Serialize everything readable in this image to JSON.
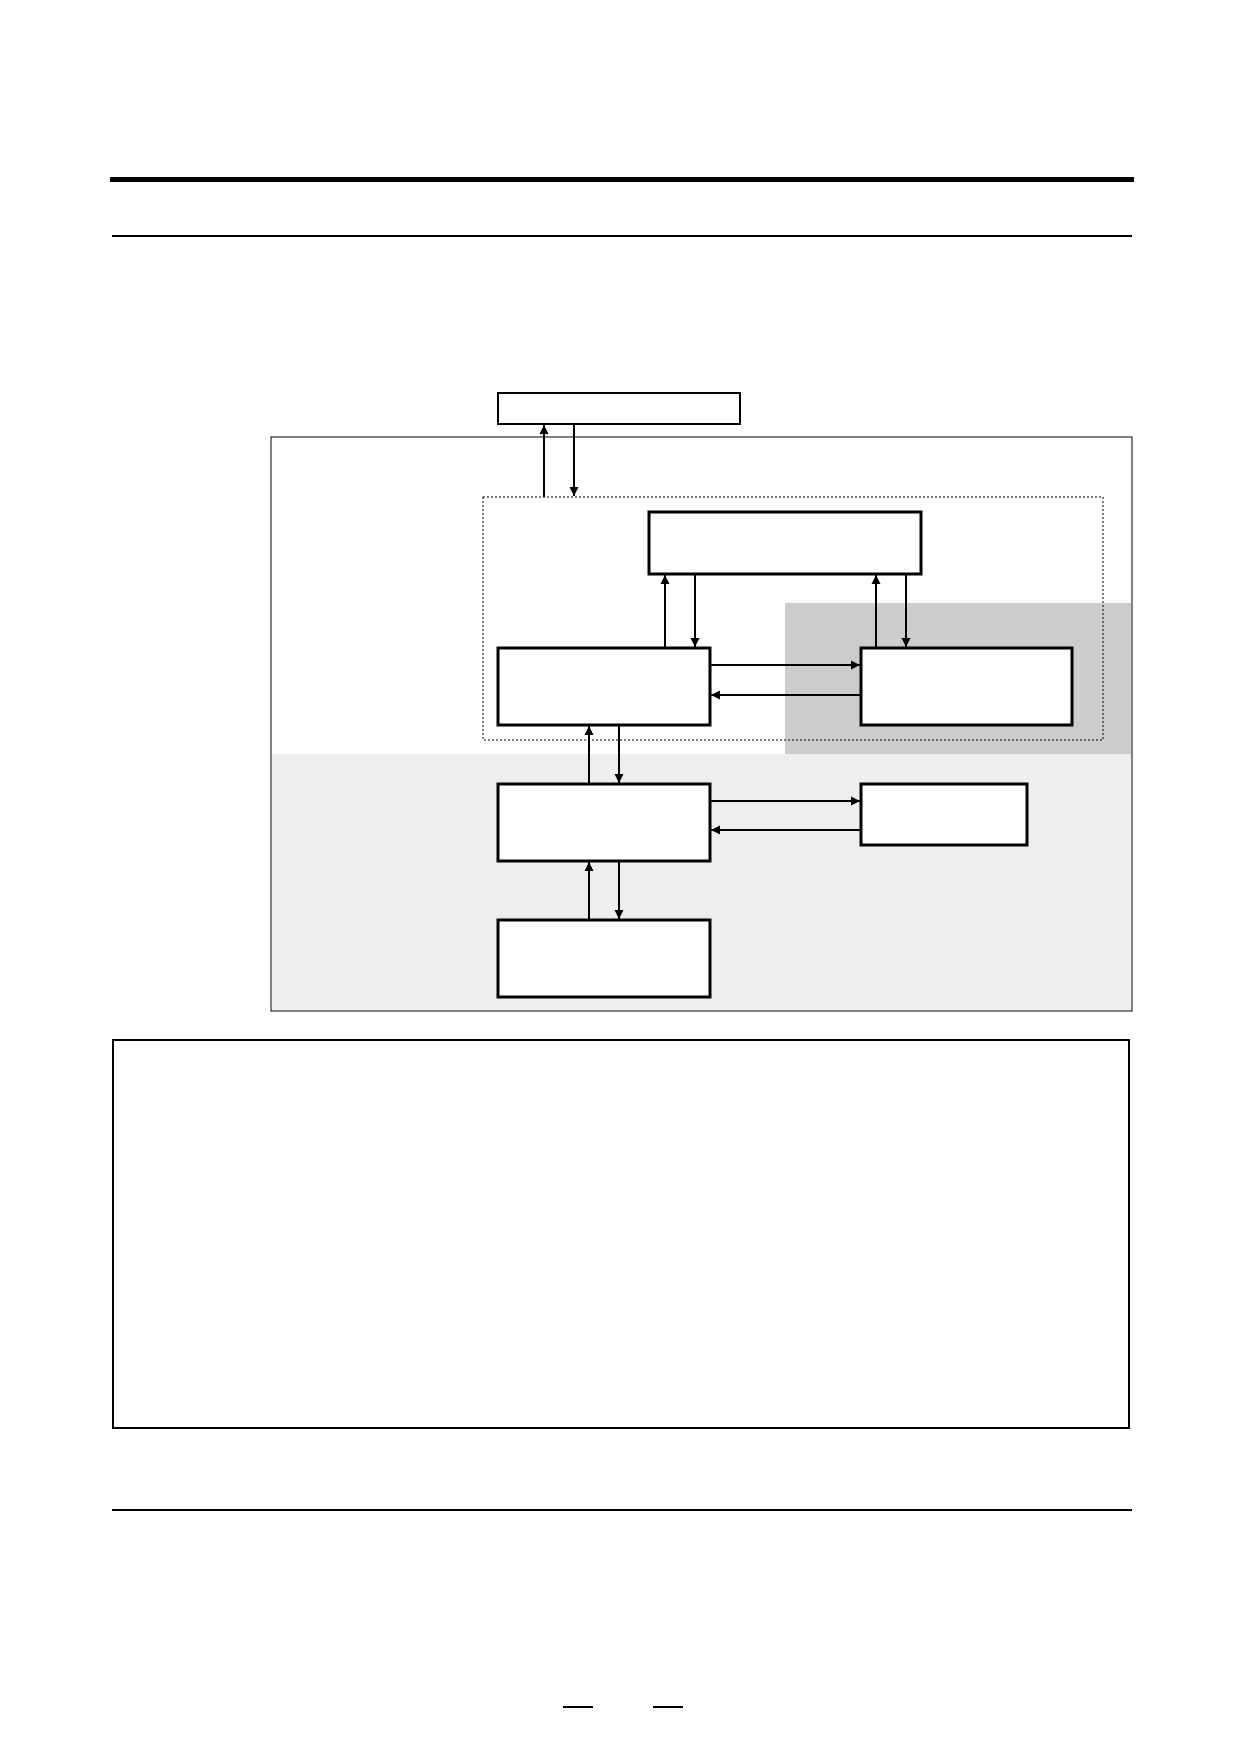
{
  "page": {
    "header_text": "",
    "subheader_text": "",
    "note_text": "",
    "page_number": ""
  },
  "diagram": {
    "blocks": [
      {
        "id": "top",
        "label": ""
      },
      {
        "id": "upper-center",
        "label": ""
      },
      {
        "id": "middle-left",
        "label": ""
      },
      {
        "id": "middle-right",
        "label": ""
      },
      {
        "id": "lower-left",
        "label": ""
      },
      {
        "id": "lower-right",
        "label": ""
      },
      {
        "id": "bottom",
        "label": ""
      }
    ],
    "colors": {
      "region_light": "#eeeeee",
      "region_dark": "#cccccc",
      "line": "#000000"
    }
  }
}
